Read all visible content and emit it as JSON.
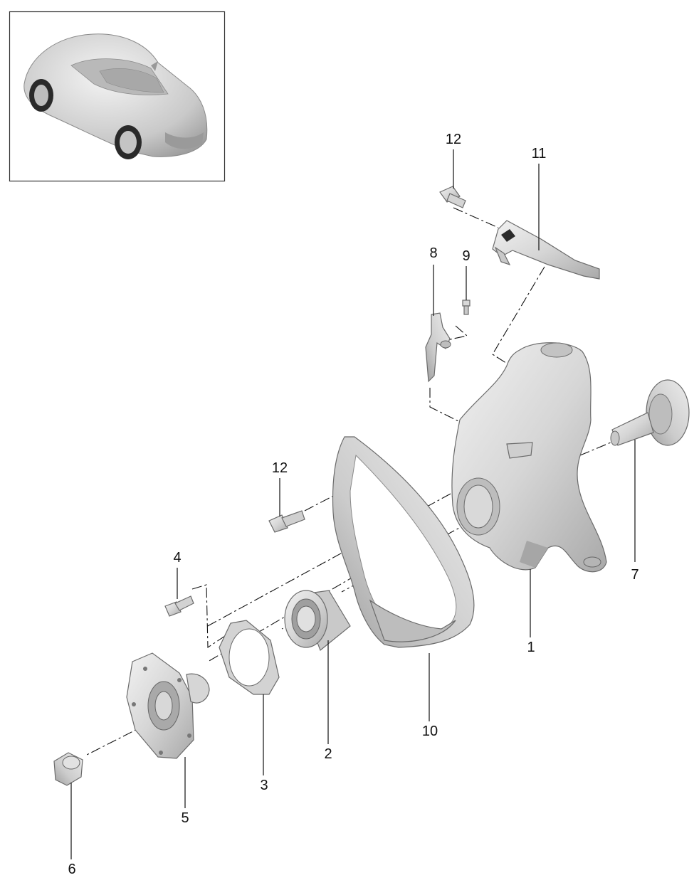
{
  "diagram": {
    "callouts": [
      {
        "id": "1",
        "label": "1"
      },
      {
        "id": "2",
        "label": "2"
      },
      {
        "id": "3",
        "label": "3"
      },
      {
        "id": "4",
        "label": "4"
      },
      {
        "id": "5",
        "label": "5"
      },
      {
        "id": "6",
        "label": "6"
      },
      {
        "id": "7",
        "label": "7"
      },
      {
        "id": "8",
        "label": "8"
      },
      {
        "id": "9",
        "label": "9"
      },
      {
        "id": "10",
        "label": "10"
      },
      {
        "id": "11",
        "label": "11"
      },
      {
        "id": "12a",
        "label": "12"
      },
      {
        "id": "12b",
        "label": "12"
      }
    ],
    "colors": {
      "part_light": "#e6e6e6",
      "part_mid": "#cfcfcf",
      "part_dark": "#9a9a9a",
      "line": "#111111"
    }
  }
}
